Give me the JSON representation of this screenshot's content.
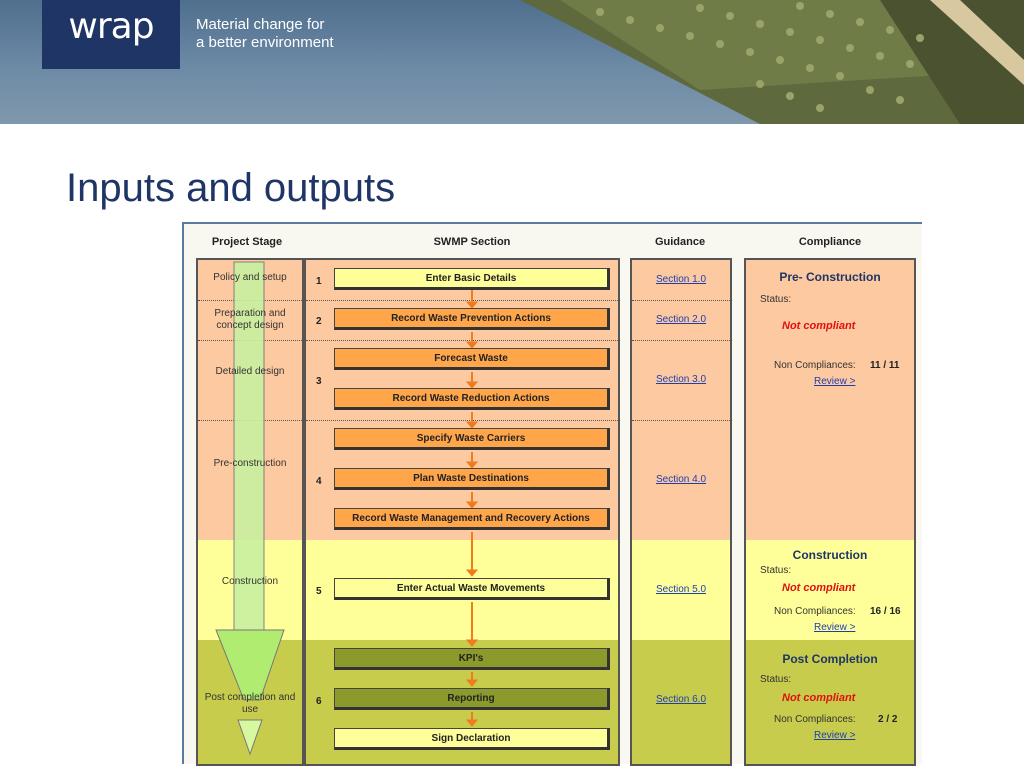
{
  "banner": {
    "logo": "wrap",
    "tagline_line1": "Material change for",
    "tagline_line2": "a better environment"
  },
  "slide": {
    "title": "Inputs and outputs"
  },
  "headers": {
    "project_stage": "Project Stage",
    "swmp_section": "SWMP Section",
    "guidance": "Guidance",
    "compliance": "Compliance"
  },
  "stages": [
    "Policy and setup",
    "Preparation and concept design",
    "Detailed design",
    "Pre-construction",
    "Construction",
    "Post completion and use"
  ],
  "swmp": {
    "numbers": [
      "1",
      "2",
      "3",
      "4",
      "5",
      "6"
    ],
    "steps": [
      "Enter Basic Details",
      "Record Waste Prevention Actions",
      "Forecast Waste",
      "Record Waste Reduction Actions",
      "Specify Waste Carriers",
      "Plan Waste Destinations",
      "Record Waste Management and Recovery Actions",
      "Enter Actual Waste Movements",
      "KPI's",
      "Reporting",
      "Sign Declaration"
    ]
  },
  "guidance": [
    "Section 1.0",
    "Section 2.0",
    "Section 3.0",
    "Section 4.0",
    "Section 5.0",
    "Section 6.0"
  ],
  "compliance": {
    "status_label": "Status:",
    "nc_label": "Non Compliances:",
    "review": "Review >",
    "blocks": [
      {
        "title": "Pre- Construction",
        "status": "Not compliant",
        "count": "11 / 11"
      },
      {
        "title": "Construction",
        "status": "Not compliant",
        "count": "16 / 16"
      },
      {
        "title": "Post Completion",
        "status": "Not compliant",
        "count": "2 / 2"
      }
    ]
  },
  "colors": {
    "navy": "#1f3566",
    "peach": "#fcc9a0",
    "light_yellow": "#ffff99",
    "olive": "#c7cc4d",
    "orange_box": "#ffa54a",
    "olive_box": "#8b9a2a",
    "not_compliant": "#e01010",
    "link": "#1f3fb0"
  }
}
